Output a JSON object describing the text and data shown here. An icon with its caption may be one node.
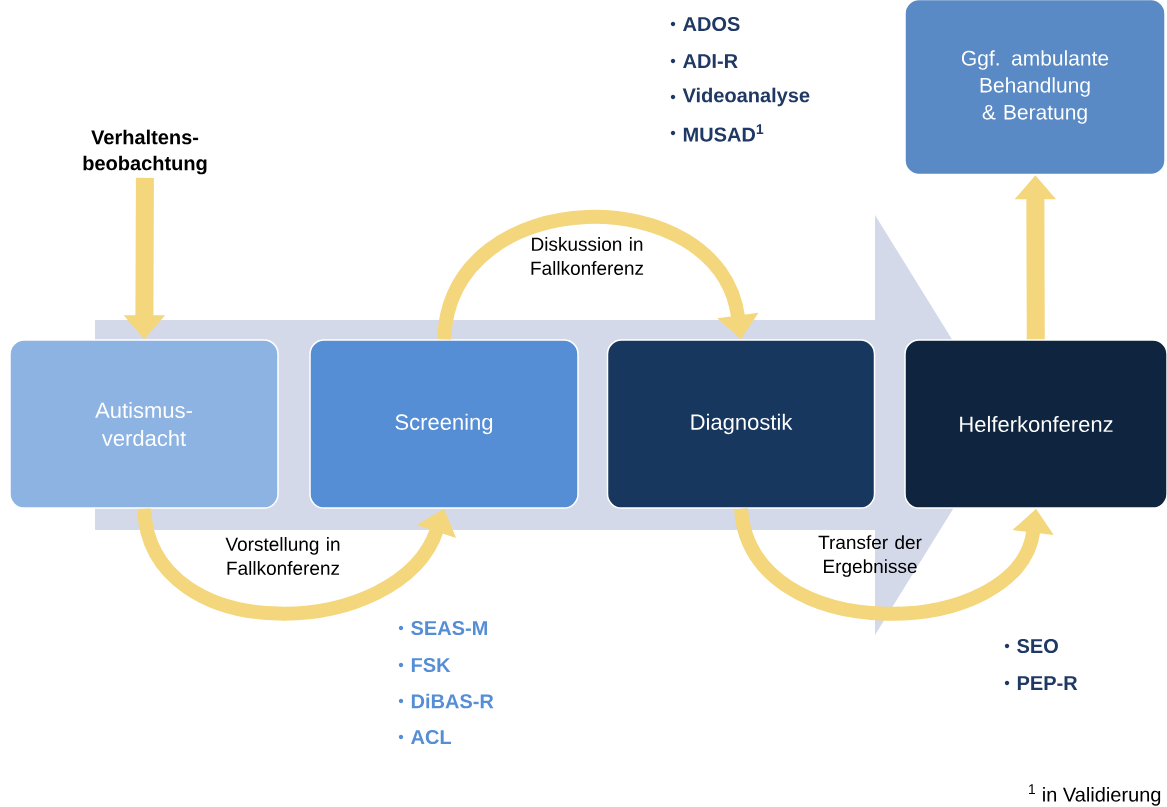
{
  "diagram": {
    "nodes": [
      {
        "text": [
          "Verhaltens- beobachtung"
        ]
      },
      {
        "text": [
          "Autismus- verdacht"
        ]
      },
      {
        "text": [
          "Screening"
        ]
      },
      {
        "text": [
          "Diagnostik"
        ]
      },
      {
        "text": [
          "Helferkonferenz"
        ]
      },
      {
        "text": [
          "Ggf. ambulante Behandlung & Beratung"
        ]
      }
    ],
    "edges": [
      {
        "from": 0,
        "to": 1,
        "arrow": "to"
      },
      {
        "from": 1,
        "to": 2,
        "arrow": "to",
        "label": "Vorstellung in Fallkonferenz"
      },
      {
        "from": 2,
        "to": 3,
        "arrow": "to",
        "label": "Diskussion in Fallkonferenz"
      },
      {
        "from": 3,
        "to": 4,
        "arrow": "to",
        "label": "Transfer der Ergebnisse"
      },
      {
        "from": 4,
        "to": 5,
        "arrow": "to"
      }
    ],
    "labels": [
      "ADOS",
      "ADI-R",
      "Videoanalyse",
      "MUSAD$^{1}$",
      "SEAS-M",
      "FSK",
      "DiBAS-R",
      "ACL",
      "SEO",
      "PEP-R",
      "$^{1}$ in Validierung"
    ]
  }
}
